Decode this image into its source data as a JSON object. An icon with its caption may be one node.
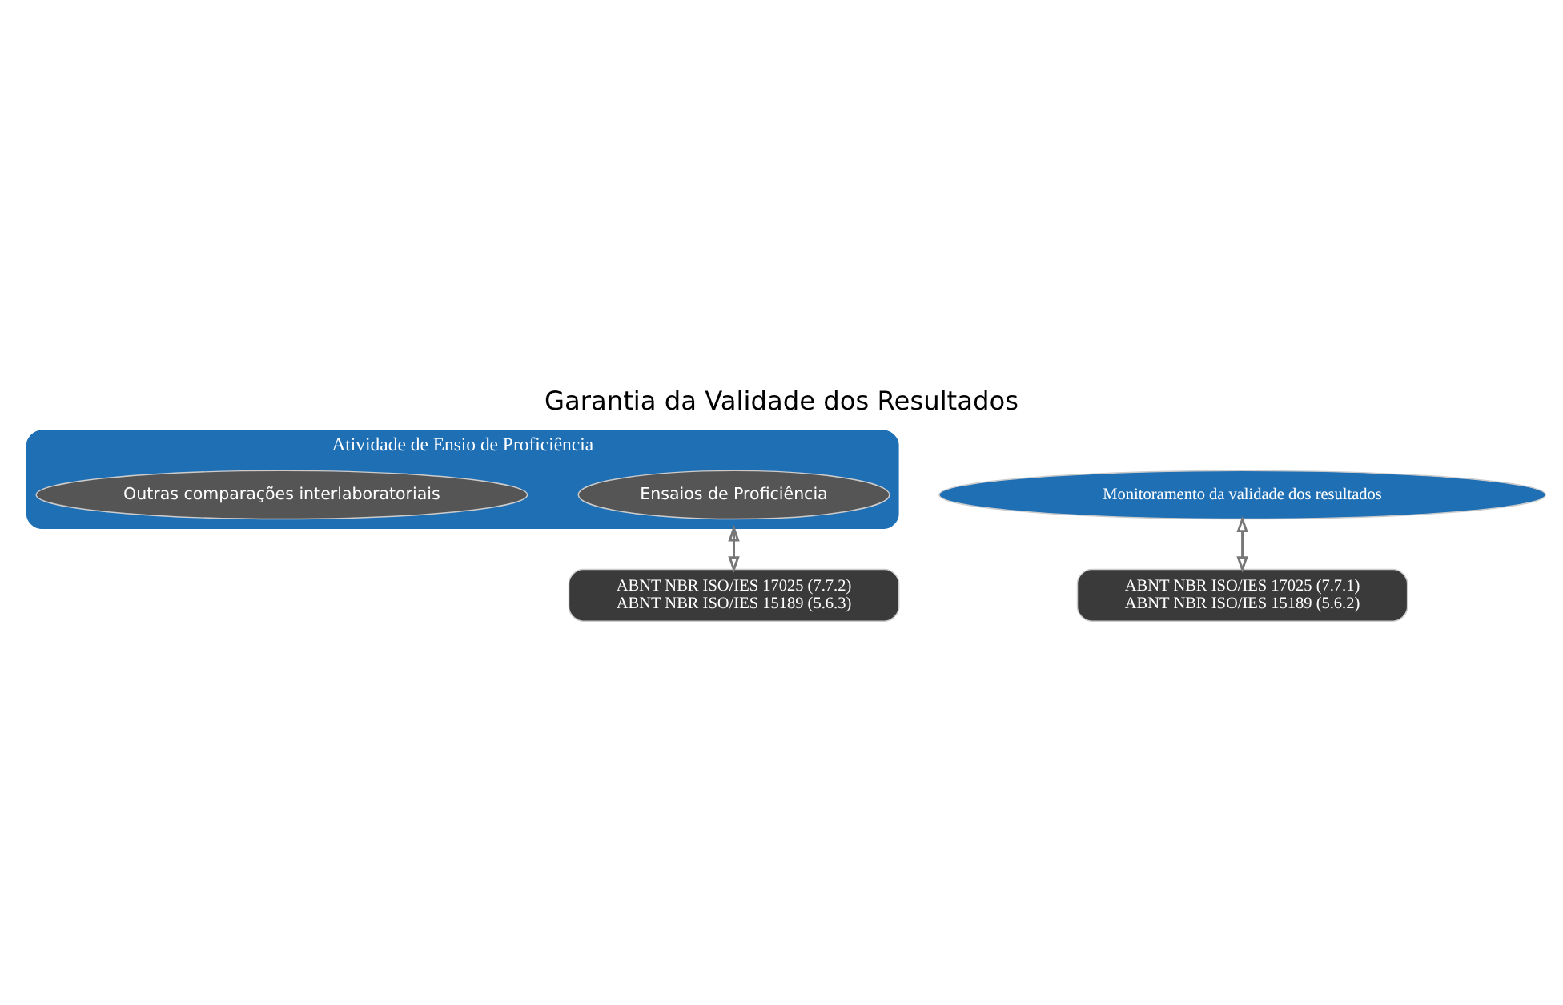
{
  "diagram": {
    "title": "Garantia da Validade dos Resultados",
    "nodes": [
      {
        "text": [
          "Atividade de Ensio de Proficiência"
        ]
      },
      {
        "text": [
          "Ensaios de Proficiência"
        ],
        "in": 0
      },
      {
        "text": [
          "Outras comparações interlaboratoriais"
        ],
        "in": 0
      },
      {
        "text": [
          "ABNT NBR ISO/IES 17025 (7.7.2)",
          "ABNT NBR ISO/IES 15189 (5.6.3)"
        ]
      },
      {
        "text": [
          "Monitoramento da validade dos resultados"
        ]
      },
      {
        "text": [
          "ABNT NBR ISO/IES 17025 (7.7.1)",
          "ABNT NBR ISO/IES 15189 (5.6.2)"
        ]
      }
    ],
    "edges": [
      {
        "from": 0,
        "to": 3,
        "arrow": "both"
      },
      {
        "from": 4,
        "to": 5,
        "arrow": "both"
      }
    ]
  }
}
